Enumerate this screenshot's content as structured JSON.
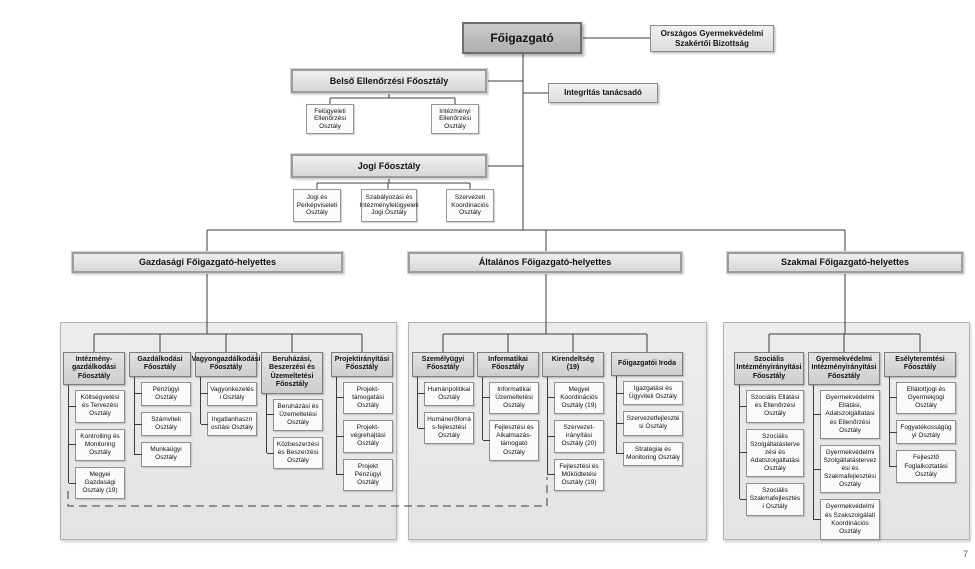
{
  "page": {
    "footnote": "7"
  },
  "top": {
    "root": "Főigazgató",
    "advisory_board": "Országos Gyermekvédelmi Szakértői Bizottság",
    "integrity_advisor": "Integritás tanácsadó"
  },
  "staff_departments": [
    {
      "label": "Belső Ellenőrzési Főosztály",
      "units": [
        "Felügyeleti Ellenőrzési Osztály",
        "Intézményi Ellenőrzési Osztály"
      ]
    },
    {
      "label": "Jogi Főosztály",
      "units": [
        "Jogi és Perképviseleti Osztály",
        "Szabályozási és Intézményfelügyeleti Jogi Osztály",
        "Szervezeti Koordinációs Osztály"
      ]
    }
  ],
  "deputies": [
    {
      "label": "Gazdasági Főigazgató-helyettes",
      "departments": [
        {
          "label": "Intézmény-gazdálkodási Főosztály",
          "units": [
            "Költségvetési és Tervezési Osztály",
            "Kontrolling és Monitoring Osztály",
            "Megyei Gazdasági Osztály (19)"
          ]
        },
        {
          "label": "Gazdálkodási Főosztály",
          "units": [
            "Pénzügyi Osztály",
            "Számviteli Osztály",
            "Munkaügyi Osztály"
          ]
        },
        {
          "label": "Vagyongazdálkodási Főosztály",
          "units": [
            "Vagyonkezelési Osztály",
            "Ingatlanhasznosítási Osztály"
          ]
        },
        {
          "label": "Beruházási, Beszerzési és Üzemeltetési Főosztály",
          "units": [
            "Beruházási és Üzemeltetési Osztály",
            "Közbeszerzési és Beszerzési Osztály"
          ]
        },
        {
          "label": "Projektirányítási Főosztály",
          "units": [
            "Projekt-támogatási Osztály",
            "Projekt-végrehajtási Osztály",
            "Projekt Pénzügyi Osztály"
          ]
        }
      ]
    },
    {
      "label": "Általános Főigazgató-helyettes",
      "departments": [
        {
          "label": "Személyügyi Főosztály",
          "units": [
            "Humánpolitikai Osztály",
            "Humánerőforrás-fejlesztési Osztály"
          ]
        },
        {
          "label": "Informatikai Főosztály",
          "units": [
            "Informatikai Üzemeltetési Osztály",
            "Fejlesztési és Alkalmazás-támogató Osztály"
          ]
        },
        {
          "label": "Kirendeltség (19)",
          "units": [
            "Megyei Koordinációs Osztály (19)",
            "Szervezet-irányítási Osztály (20)",
            "Fejlesztési és Működtetési Osztály (19)"
          ]
        },
        {
          "label": "Főigazgatói Iroda",
          "units": [
            "Igazgatási és Ügyviteli Osztály",
            "Szervezetfejlesztési Osztály",
            "Stratégiai és Monitoring Osztály"
          ]
        }
      ]
    },
    {
      "label": "Szakmai Főigazgató-helyettes",
      "departments": [
        {
          "label": "Szociális Intézményirányítási Főosztály",
          "units": [
            "Szociális Ellátási és Ellenőrzési Osztály",
            "Szociális Szolgáltatástervezési és Adatszolgáltatási Osztály",
            "Szociális Szakmafejlesztési Osztály"
          ]
        },
        {
          "label": "Gyermekvédelmi Intézményirányítási Főosztály",
          "units": [
            "Gyermekvédelmi Ellátási, Adatszolgáltatási és Ellenőrzési Osztály",
            "Gyermekvédelmi Szolgáltatástervezési és Szakmafejlesztési Osztály",
            "Gyermekvédelmi és Szakszolgálati Koordinációs Osztály"
          ]
        },
        {
          "label": "Esélyteremtési Főosztály",
          "units": [
            "Ellátottjogi és Gyermekjogi Osztály",
            "Fogyatékosságügyi Osztály",
            "Fejlesztő Foglalkoztatási Osztály"
          ]
        }
      ]
    }
  ],
  "colors": {
    "line": "#3c3c3c",
    "root_fill": "#b9b9b9",
    "header_fill": "#d9d9d9",
    "panel_fill": "#e9e9e9",
    "unit_fill": "#fafafa",
    "border": "#8a8a8a"
  }
}
